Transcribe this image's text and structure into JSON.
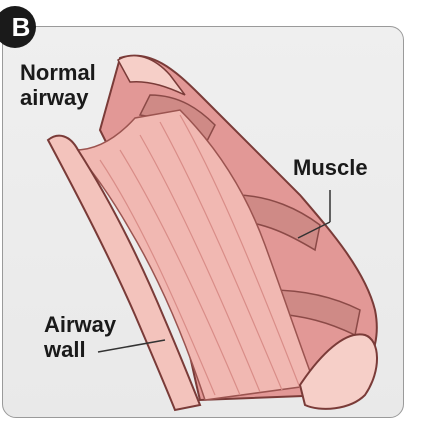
{
  "figure": {
    "panel_letter": "B",
    "title_line1": "Normal",
    "title_line2": "airway",
    "labels": {
      "muscle": "Muscle",
      "wall_line1": "Airway",
      "wall_line2": "wall"
    }
  },
  "colors": {
    "tissue": "#e79a98",
    "tissue_dark": "#c9706e",
    "muscle_band": "#cf8a86",
    "inner_lining": "#f3c3bc",
    "outline": "#7a3b38",
    "panel_bg": "#ececec",
    "text": "#1a1a1a"
  }
}
